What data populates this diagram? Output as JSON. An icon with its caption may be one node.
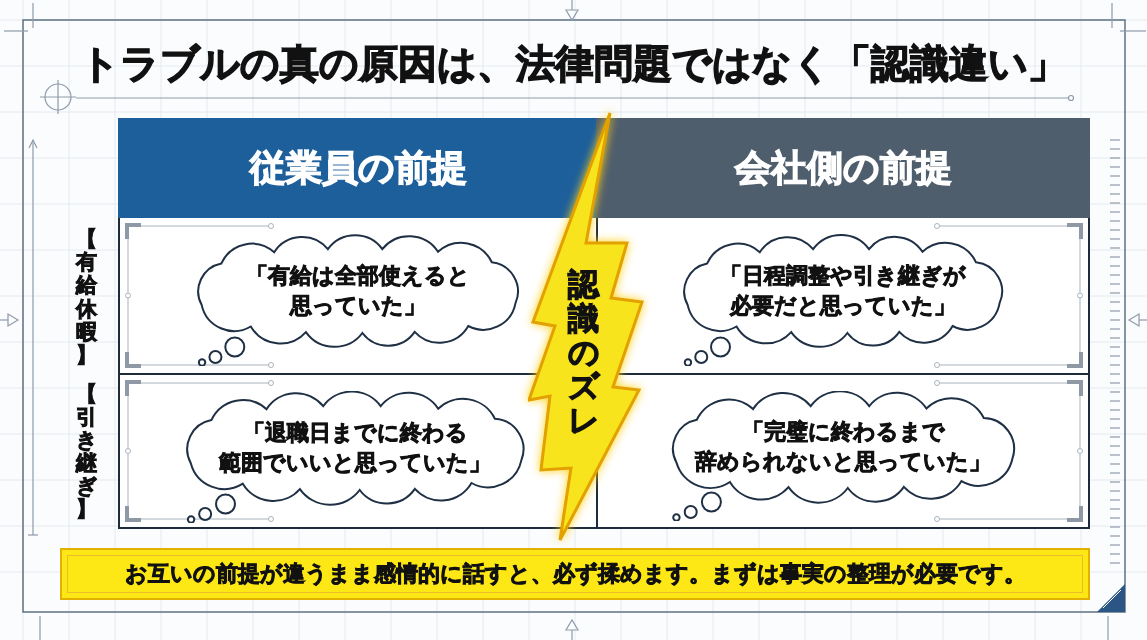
{
  "diagram": {
    "title": "トラブルの真の原因は、法律問題ではなく「認識違い」",
    "nodes": [
      {
        "text": [
          "従業員の前提"
        ]
      },
      {
        "text": [
          "会社側の前提"
        ]
      },
      {
        "text": [
          "【有給休暇】"
        ]
      },
      {
        "text": [
          "「有給は全部使えると思っていた」"
        ]
      },
      {
        "text": [
          "「日程調整や引き継ぎが必要だと思っていた」"
        ]
      },
      {
        "text": [
          "【引き継ぎ】"
        ]
      },
      {
        "text": [
          "「退職日までに終わる範囲でいいと思っていた」"
        ]
      },
      {
        "text": [
          "「完璧に終わるまで辞められないと思っていた」"
        ]
      },
      {
        "text": [
          "認識のズレ"
        ]
      },
      {
        "text": [
          "お互いの前提が違うまま感情的に話すと、必ず揉めます。まずは事実の整理が必要です。"
        ]
      }
    ]
  }
}
